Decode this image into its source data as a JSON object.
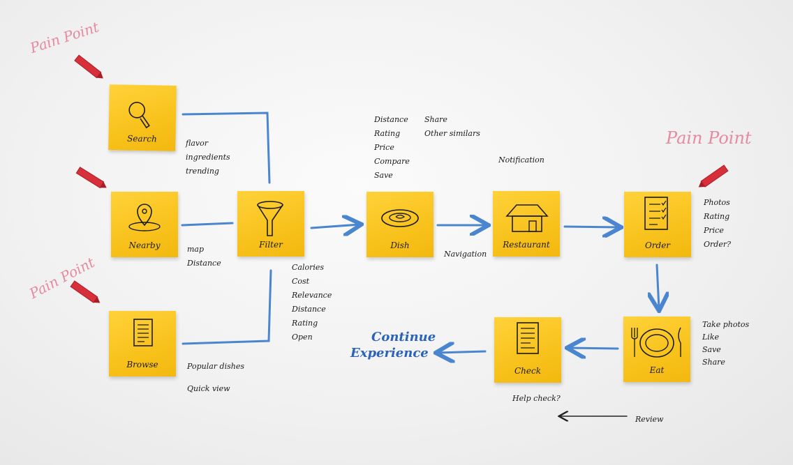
{
  "notes": {
    "search": "Search",
    "nearby": "Nearby",
    "browse": "Browse",
    "filter": "Filter",
    "dish": "Dish",
    "restaurant": "Restaurant",
    "order": "Order",
    "eat": "Eat",
    "check": "Check"
  },
  "annotations": {
    "search_notes": [
      "flavor",
      "ingredients",
      "trending"
    ],
    "nearby_notes": [
      "map",
      "Distance"
    ],
    "browse_notes": [
      "Popular dishes",
      "Quick view"
    ],
    "filter_notes": [
      "Calories",
      "Cost",
      "Relevance",
      "Distance",
      "Rating",
      "Open"
    ],
    "dish_notes_left": [
      "Distance",
      "Rating",
      "Price",
      "Compare",
      "Save"
    ],
    "dish_notes_right": [
      "Share",
      "Other similars"
    ],
    "notification": "Notification",
    "navigation": "Navigation",
    "order_notes": [
      "Photos",
      "Rating",
      "Price",
      "Order?"
    ],
    "eat_notes": [
      "Take photos",
      "Like",
      "Save",
      "Share"
    ],
    "help_check": "Help check?",
    "review": "Review"
  },
  "pain_points": {
    "search": "Pain Point",
    "browse": "Pain Point",
    "order": "Pain Point"
  },
  "continue_experience": [
    "Continue",
    "Experience"
  ],
  "colors": {
    "note": "#f8c21c",
    "marker_blue": "#4a86d0",
    "marker_red": "#d8303a",
    "pain_text": "#e58aa0",
    "continue_text": "#2a63b8"
  }
}
